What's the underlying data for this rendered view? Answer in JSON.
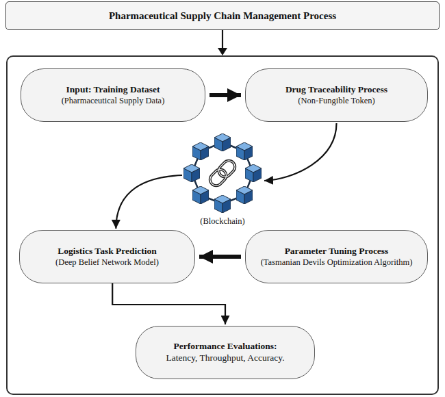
{
  "diagram": {
    "nodes": [
      {
        "text": [
          "Pharmaceutical Supply Chain Management Process"
        ]
      },
      {
        "text": [
          "Input: Training Dataset",
          "(Pharmaceutical Supply Data)"
        ]
      },
      {
        "text": [
          "Drug Traceability Process",
          "(Non-Fungible Token)"
        ]
      },
      {
        "text": [
          "Logistics Task Prediction",
          "(Deep Belief Network Model)"
        ]
      },
      {
        "text": [
          "Parameter Tuning Process",
          "(Tasmanian Devils Optimization Algorithm)"
        ]
      },
      {
        "text": [
          "Performance Evaluations:",
          "Latency, Throughput, Accuracy."
        ]
      }
    ],
    "edges": [
      {
        "from": 1,
        "to": 2,
        "arrow": "to"
      },
      {
        "from": 2,
        "to": 3,
        "arrow": "to"
      },
      {
        "from": 4,
        "to": 3,
        "arrow": "to"
      },
      {
        "from": 3,
        "to": 5,
        "arrow": "to"
      }
    ],
    "labels": [
      "(Blockchain)"
    ]
  }
}
